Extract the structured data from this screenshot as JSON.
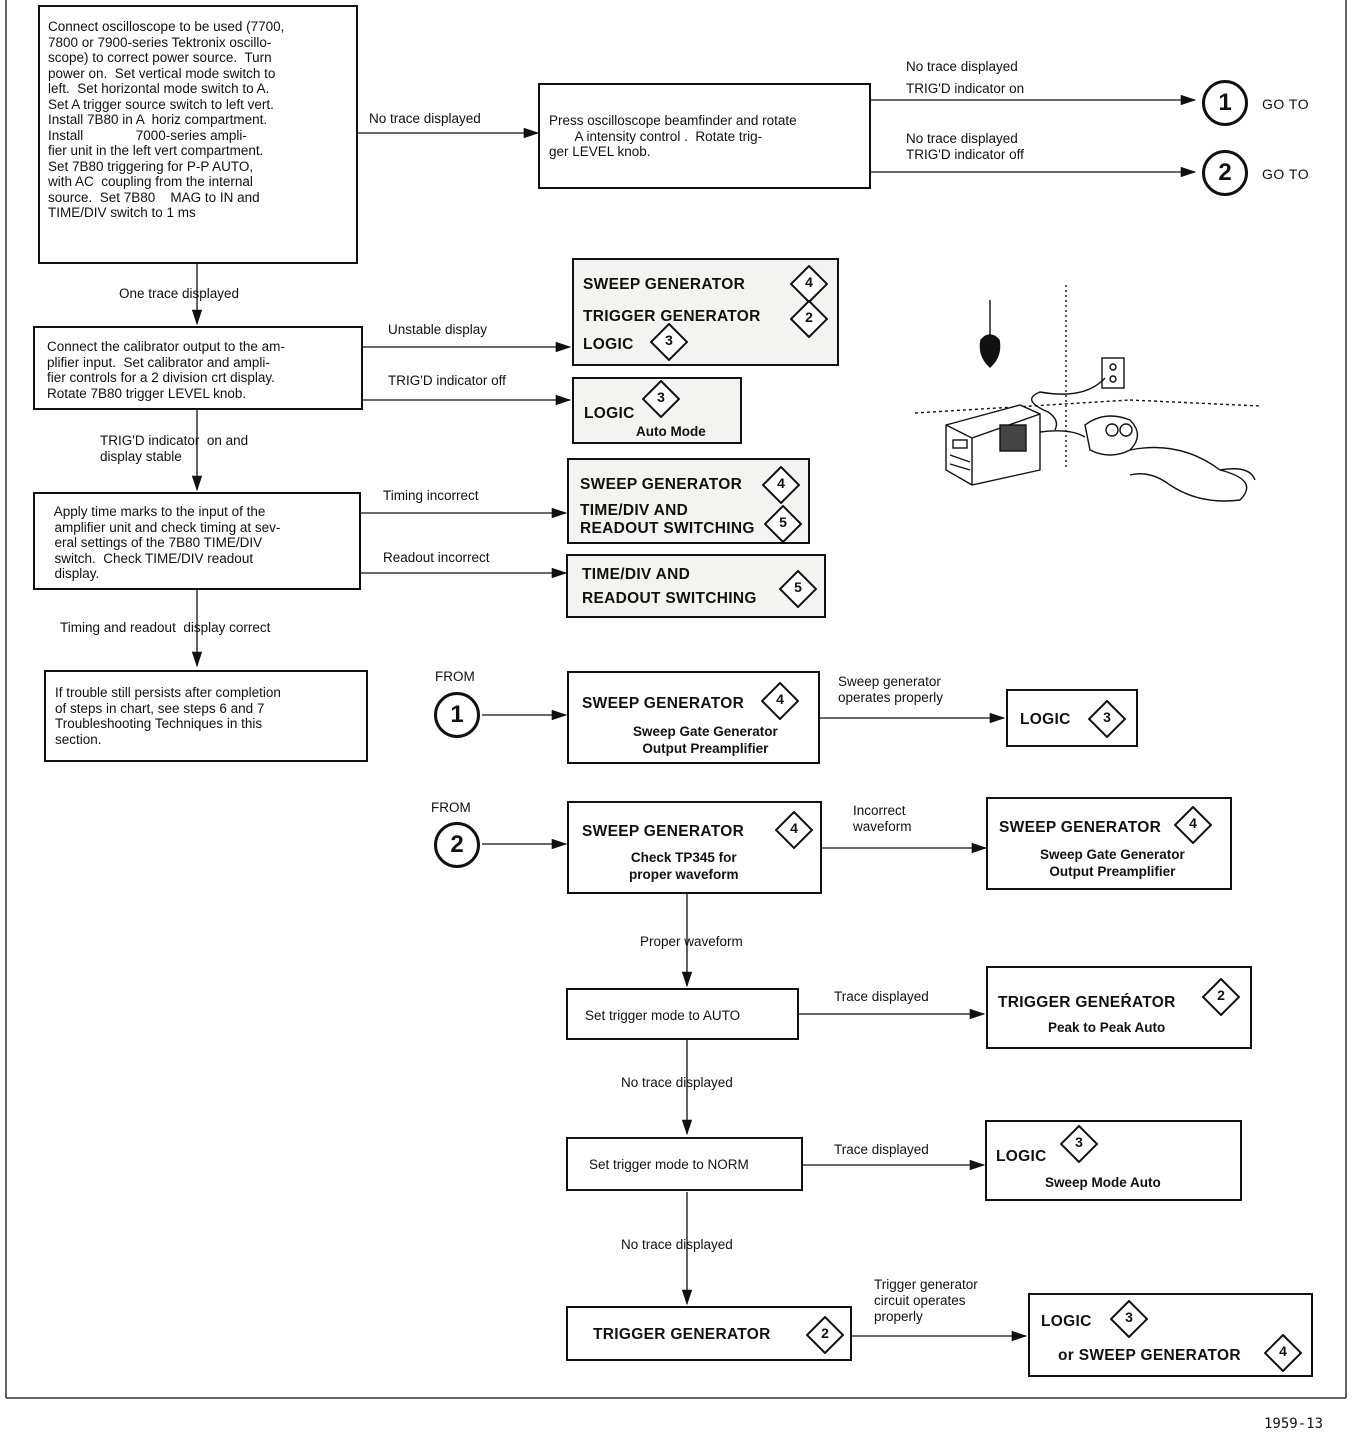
{
  "start_box": "Connect oscilloscope to be used (7700,\n7800 or 7900-series Tektronix oscillo-\nscope) to correct power source.  Turn\npower on.  Set vertical mode switch to\nleft.  Set horizontal mode switch to A.\nSet A trigger source switch to left vert.\nInstall 7B80 in A  horiz compartment.\nInstall              7000-series ampli-\nfier unit in the left vert compartment.\nSet 7B80 triggering for P-P AUTO,\nwith AC  coupling from the internal\nsource.  Set 7B80    MAG to IN and\nTIME/DIV switch to 1 ms",
  "beamfinder_box": "Press oscilloscope beamfinder and rotate\n       A intensity control .  Rotate trig-\nger LEVEL knob.",
  "calibrator_box": "Connect the calibrator output to the am-\nplifier input.  Set calibrator and ampli-\nfier controls for a 2 division crt display.\nRotate 7B80 trigger LEVEL knob.",
  "timemarks_box": "  Apply time marks to the input of the\n  amplifier unit and check timing at sev-\n  eral settings of the 7B80 TIME/DIV\n  switch.  Check TIME/DIV readout\n  display.",
  "persist_box": "If trouble still persists after completion\nof steps in chart, see steps 6 and 7\nTroubleshooting Techniques in this\nsection.",
  "labels": {
    "no_trace": "No trace displayed",
    "no_trace_trig_on": "No trace displayed\nTRIG'D indicator on",
    "no_trace_trig_off": "No trace displayed\nTRIG'D indicator off",
    "go_to": "GO TO",
    "one_trace": "One trace displayed",
    "unstable": "Unstable display",
    "trig_off": "TRIG'D indicator off",
    "trig_on_stable": "TRIG'D indicator  on and\ndisplay stable",
    "timing_incorrect": "Timing incorrect",
    "readout_incorrect": "Readout incorrect",
    "timing_readout_correct": "Timing and readout  display correct",
    "from": "FROM",
    "sweep_ok": "Sweep generator\noperates properly",
    "incorrect_waveform": "Incorrect\nwaveform",
    "proper_waveform": "Proper waveform",
    "trace_displayed": "Trace displayed",
    "no_trace_displayed2": "No trace displayed",
    "trig_gen_ok": "Trigger generator\ncircuit operates\nproperly",
    "figure_number": "1959-13"
  },
  "blocks": {
    "sweep_generator": "SWEEP GENERATOR",
    "trigger_generator": "TRIGGER GENERATOR",
    "logic": "LOGIC",
    "auto_mode": "Auto Mode",
    "timediv_readout": "TIME/DIV AND\nREADOUT SWITCHING",
    "timediv_and": "TIME/DIV AND",
    "readout_switching": "READOUT SWITCHING",
    "sweep_gate_out": "Sweep Gate Generator\nOutput Preamplifier",
    "check_tp345": "Check TP345 for\nproper waveform",
    "set_auto": "Set trigger mode to AUTO",
    "set_norm": "Set trigger mode to NORM",
    "trigger_generator_accent": "TRIGGER GENEŔATOR",
    "peak_auto": "Peak to Peak Auto",
    "sweep_mode_auto": "Sweep Mode Auto",
    "or_sweep": "or SWEEP GENERATOR"
  },
  "numbers": {
    "one": "1",
    "two": "2",
    "three": "3",
    "four": "4",
    "five": "5"
  }
}
